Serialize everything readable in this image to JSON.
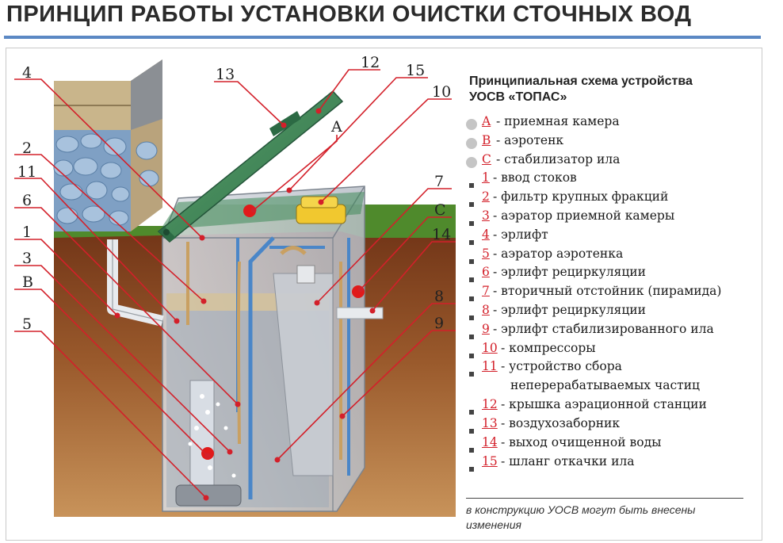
{
  "title": "ПРИНЦИП РАБОТЫ УСТАНОВКИ ОЧИСТКИ СТОЧНЫХ ВОД",
  "legend": {
    "title_line1": "Принципиальная схема устройства",
    "title_line2": "УОСВ «ТОПАС»",
    "items": [
      {
        "key": "A",
        "text": "- приемная камера"
      },
      {
        "key": "B",
        "text": "- аэротенк"
      },
      {
        "key": "C",
        "text": "- стабилизатор ила"
      },
      {
        "key": "1",
        "text": "- ввод стоков"
      },
      {
        "key": "2",
        "text": "- фильтр крупных фракций"
      },
      {
        "key": "3",
        "text": "- аэратор приемной камеры"
      },
      {
        "key": "4",
        "text": "- эрлифт"
      },
      {
        "key": "5",
        "text": "- аэратор аэротенка"
      },
      {
        "key": "6",
        "text": "- эрлифт рециркуляции"
      },
      {
        "key": "7",
        "text": "- вторичный отстойник (пирамида)"
      },
      {
        "key": "8",
        "text": "- эрлифт рециркуляции"
      },
      {
        "key": "9",
        "text": "- эрлифт стабилизированного ила"
      },
      {
        "key": "10",
        "text": "- компрессоры"
      },
      {
        "key": "11",
        "text": "- устройство сбора",
        "text2": "неперерабатываемых частиц"
      },
      {
        "key": "12",
        "text": "- крышка аэрационной станции"
      },
      {
        "key": "13",
        "text": "- воздухозаборник"
      },
      {
        "key": "14",
        "text": "- выход очищенной воды"
      },
      {
        "key": "15",
        "text": "- шланг откачки ила"
      }
    ]
  },
  "note": "в конструкцию УОСВ могут быть внесены изменения",
  "callouts": {
    "c4": "4",
    "c2": "2",
    "c11": "11",
    "c6": "6",
    "c1": "1",
    "c3": "3",
    "cB": "B",
    "c5": "5",
    "c13": "13",
    "c12": "12",
    "c15": "15",
    "c10": "10",
    "cA": "A",
    "c7": "7",
    "cC": "C",
    "c14": "14",
    "c8": "8",
    "c9": "9"
  },
  "colors": {
    "accent": "#d3202a",
    "rule": "#5b88c4",
    "lid": "#3f8a5a",
    "grass": "#4f8a2c",
    "soil": "#8a4a22"
  }
}
